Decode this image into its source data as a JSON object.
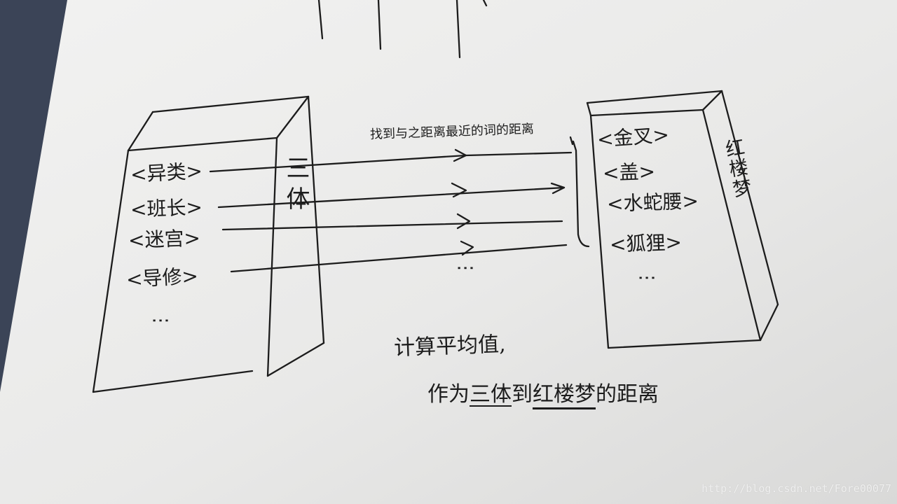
{
  "left_box": {
    "title": "三体",
    "words": [
      "<异类>",
      "<班长>",
      "<迷宫>",
      "<导修>"
    ],
    "more": "⋮"
  },
  "right_box": {
    "title": "红楼梦",
    "words": [
      "<金叉>",
      "<盖>",
      "<水蛇腰>",
      "<狐狸>"
    ],
    "more": "⋮"
  },
  "arrows_note": "找到与之距离最近的词的距离",
  "arrow_more": "⋮",
  "caption": {
    "line1": "计算平均值,",
    "line2_part1": "作为",
    "line2_book1": "三体",
    "line2_part2": "到",
    "line2_book2": "红楼梦",
    "line2_part3": "的距离"
  },
  "watermark": "http://blog.csdn.net/Fore00077",
  "colors": {
    "paper": "#e9e9e7",
    "ink": "#1c1c1c",
    "background": "#3a4356"
  }
}
